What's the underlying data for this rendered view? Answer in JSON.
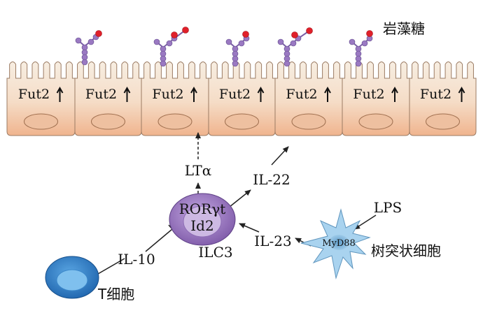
{
  "labels": {
    "fucose": "岩藻糖",
    "fut2": [
      "Fut2",
      "Fut2",
      "Fut2",
      "Fut2",
      "Fut2",
      "Fut2",
      "Fut2"
    ],
    "lta": "LTα",
    "il22": "IL-22",
    "rorgt": "RORγt",
    "id2": "Id2",
    "ilc3": "ILC3",
    "il10": "IL-10",
    "t_cell": "T细胞",
    "il23": "IL-23",
    "myd88": "MyD88",
    "lps": "LPS",
    "dendritic_cell": "树突状细胞"
  },
  "colors": {
    "cell_top": "#f6ecdf",
    "cell_bottom": "#f1b590",
    "nucleus": "#eec0a0",
    "sugar_body": "#9a79c2",
    "sugar_tip": "#e0202a",
    "ilc3_outer": "#9a76be",
    "ilc3_inner": "#cdb9e3",
    "t_cell_outer": "#2f80c8",
    "t_cell_inner": "#7fc0ee",
    "dendritic": "#a9d3ef"
  }
}
